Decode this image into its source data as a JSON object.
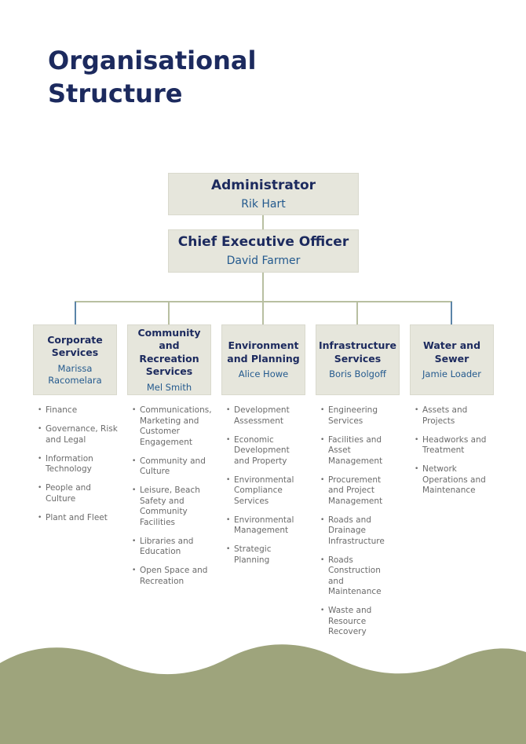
{
  "title": {
    "line1": "Organisational",
    "line2": "Structure"
  },
  "administrator": {
    "role": "Administrator",
    "name": "Rik Hart"
  },
  "ceo": {
    "role": "Chief Executive Officer",
    "name": "David Farmer"
  },
  "departments": [
    {
      "title": "Corporate Services",
      "head": "Marissa Racomelara",
      "functions": [
        "Finance",
        "Governance, Risk and Legal",
        "Information Technology",
        "People and Culture",
        "Plant and Fleet"
      ]
    },
    {
      "title": "Community and Recreation Services",
      "head": "Mel Smith",
      "functions": [
        "Communications, Marketing and Customer Engagement",
        "Community and Culture",
        "Leisure, Beach Safety and Community Facilities",
        "Libraries and Education",
        "Open Space and Recreation"
      ]
    },
    {
      "title": "Environment and Planning",
      "head": "Alice Howe",
      "functions": [
        "Development Assessment",
        "Economic Development and Property",
        "Environmental Compliance Services",
        "Environmental Management",
        "Strategic Planning"
      ]
    },
    {
      "title": "Infrastructure Services",
      "head": "Boris Bolgoff",
      "functions": [
        "Engineering Services",
        "Facilities and Asset Management",
        "Procurement and Project Management",
        "Roads and Drainage Infrastructure",
        "Roads Construction and Maintenance",
        "Waste and Resource Recovery"
      ]
    },
    {
      "title": "Water and Sewer",
      "head": "Jamie Loader",
      "functions": [
        "Assets and Projects",
        "Headworks and Treatment",
        "Network Operations and Maintenance"
      ]
    }
  ],
  "colors": {
    "heading": "#1c2a5e",
    "name": "#245a8e",
    "box_fill": "#e6e6dc",
    "connector": "#b8bfa1",
    "connector_accent": "#5b84a8",
    "wave": "#9ea47c"
  }
}
